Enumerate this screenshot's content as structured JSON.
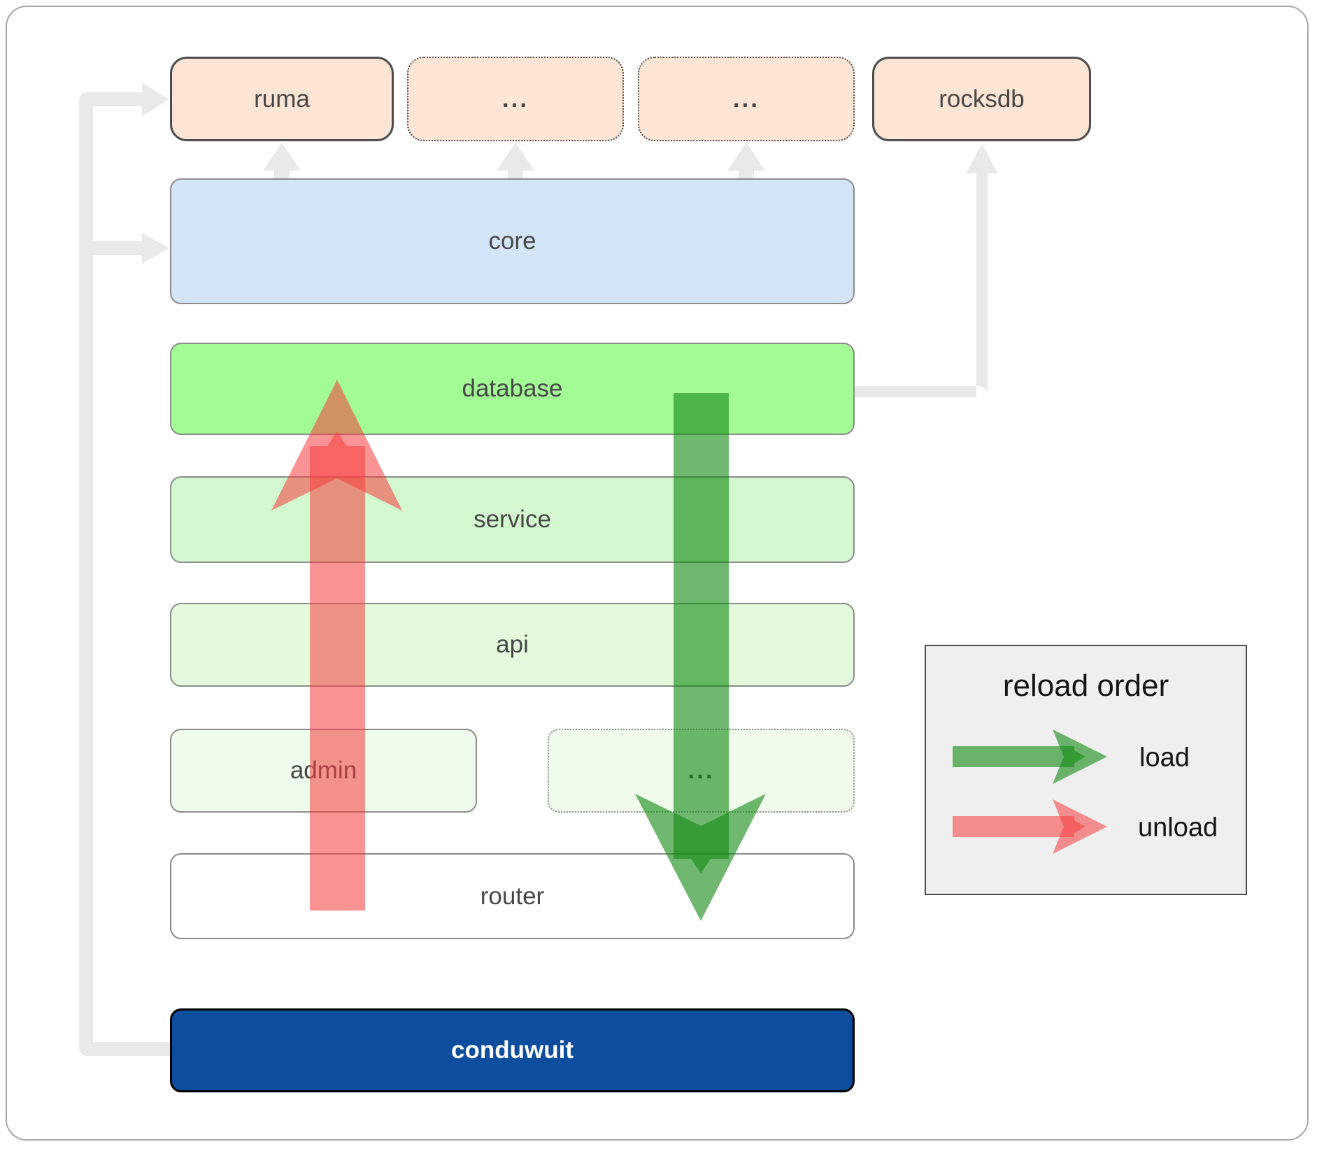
{
  "colors": {
    "peach_fill": "#fce5d4",
    "blue_fill": "#d4e5f7",
    "database_green": "#a2fb95",
    "service_green": "#d3f7ce",
    "api_green": "#e3fbdc",
    "admin_green": "#effbeb",
    "conduwuit_blue": "#0d4d9e",
    "connector_gray": "#e9e9e9",
    "load_green": "#118811",
    "unload_red": "#f63d3d",
    "label_gray": "#474747"
  },
  "boxes": {
    "ruma": "ruma",
    "ellipsis1": "...",
    "ellipsis2": "...",
    "rocksdb": "rocksdb",
    "core": "core",
    "database": "database",
    "service": "service",
    "api": "api",
    "admin": "admin",
    "admin_ellipsis": "...",
    "router": "router",
    "conduwuit": "conduwuit"
  },
  "legend": {
    "title": "reload order",
    "load": "load",
    "unload": "unload"
  }
}
